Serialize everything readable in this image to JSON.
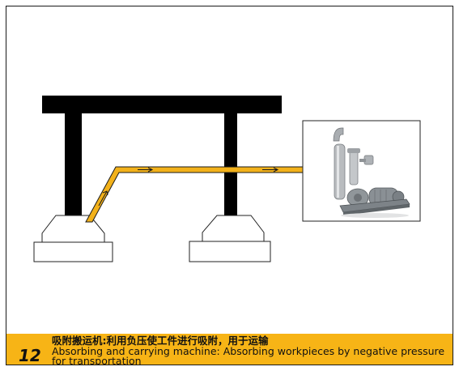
{
  "caption": {
    "number": "12",
    "title_zh": "吸附搬运机:利用负压使工件进行吸附，用于运输",
    "title_en": "Absorbing and carrying machine: Absorbing workpieces by negative pressure for transportation"
  },
  "colors": {
    "caption_bar": "#f7b416",
    "pipe_fill": "#f2b11a",
    "frame_black": "#000000"
  },
  "icons": [
    "arrow-right-icon",
    "arrow-up-right-icon"
  ]
}
